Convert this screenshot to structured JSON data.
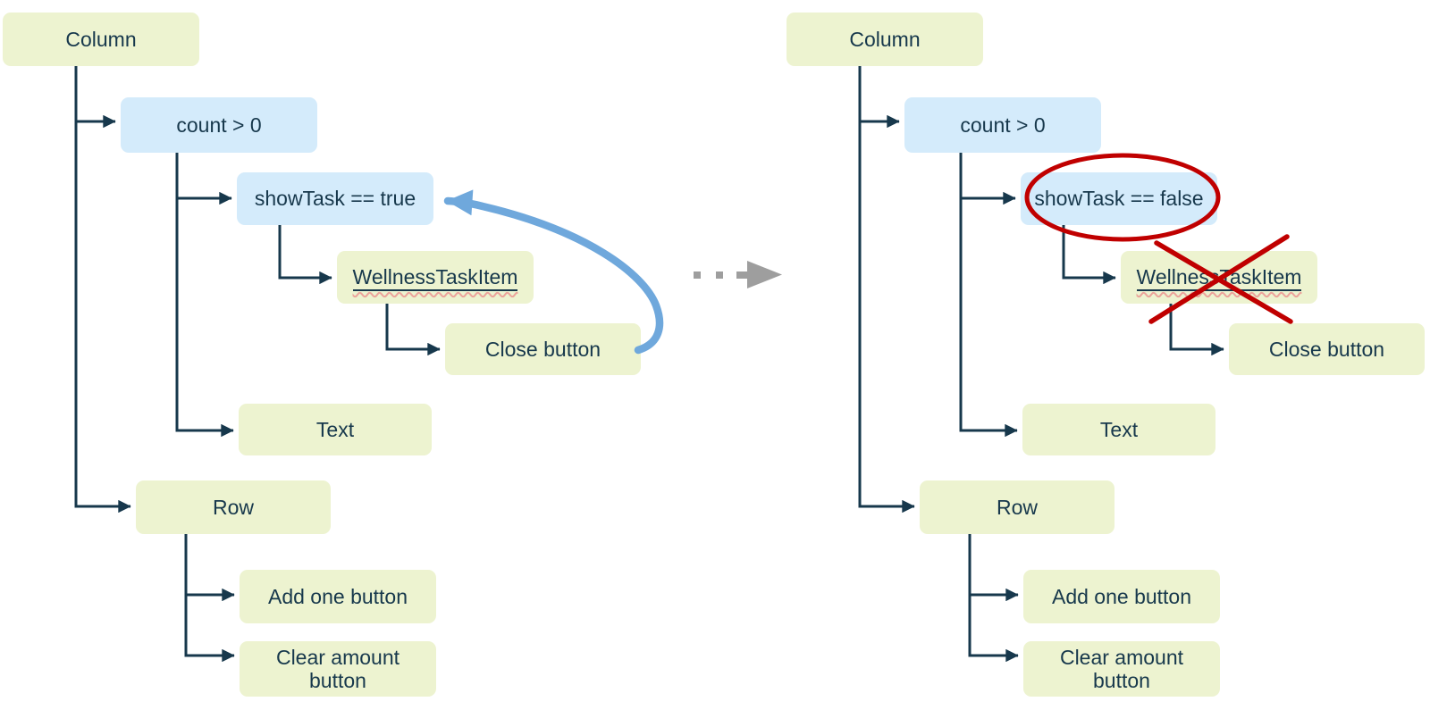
{
  "colors": {
    "node_green_fill": "#EDF3D0",
    "node_blue_fill": "#D4EBFB",
    "tree_line_navy": "#17384C",
    "text_navy": "#17384C",
    "annotation_red": "#C00000",
    "squiggle_red": "#ECA49B",
    "loop_arrow_blue": "#6FA8DC",
    "transition_arrow_gray": "#9E9E9E",
    "background": "#FFFFFF"
  },
  "left_tree": {
    "nodes": {
      "column": "Column",
      "count": "count > 0",
      "show_task": "showTask == true",
      "wellness_task_item": "WellnessTaskItem",
      "close_button": "Close button",
      "text": "Text",
      "row": "Row",
      "add_one_button": "Add one button",
      "clear_amount_button": "Clear amount button"
    }
  },
  "right_tree": {
    "nodes": {
      "column": "Column",
      "count": "count > 0",
      "show_task": "showTask == false",
      "wellness_task_item": "WellnessTaskItem",
      "close_button": "Close button",
      "text": "Text",
      "row": "Row",
      "add_one_button": "Add one button",
      "clear_amount_button": "Clear amount button"
    }
  }
}
